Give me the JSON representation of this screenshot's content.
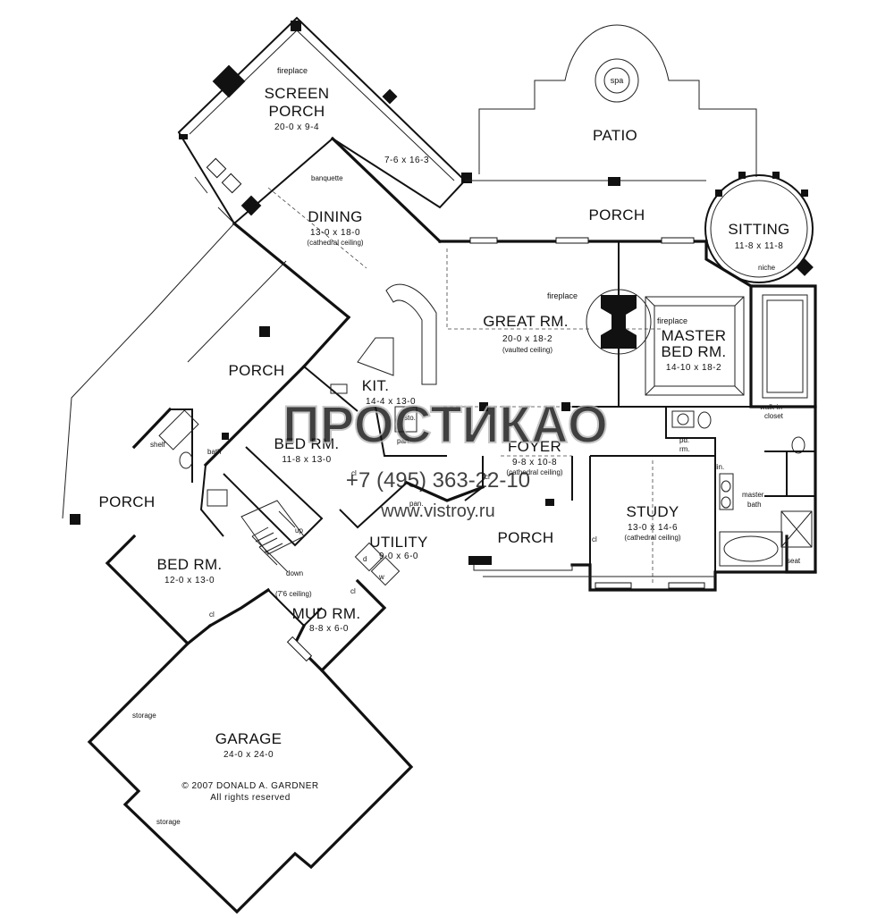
{
  "rooms": {
    "screen_porch": {
      "name_line1": "SCREEN",
      "name_line2": "PORCH",
      "dims": "20-0 x 9-4"
    },
    "deck": {
      "dims": "7-6 x 16-3"
    },
    "patio": {
      "name": "PATIO"
    },
    "porch_rear": {
      "name": "PORCH"
    },
    "sitting": {
      "name": "SITTING",
      "dims": "11-8 x 11-8"
    },
    "dining": {
      "name": "DINING",
      "dims": "13-0 x 18-0",
      "note": "(cathedral ceiling)"
    },
    "great_room": {
      "name": "GREAT RM.",
      "dims": "20-0 x 18-2",
      "note": "(vaulted ceiling)"
    },
    "master_bed": {
      "name_line1": "MASTER",
      "name_line2": "BED RM.",
      "dims": "14-10 x 18-2"
    },
    "kitchen": {
      "name": "KIT.",
      "dims": "14-4 x 13-0"
    },
    "porch_left": {
      "name": "PORCH"
    },
    "bed_room_1": {
      "name": "BED RM.",
      "dims": "11-8 x 13-0"
    },
    "foyer": {
      "name": "FOYER",
      "dims": "9-8 x 10-8",
      "note": "(cathedral ceiling)"
    },
    "porch_side": {
      "name": "PORCH"
    },
    "study": {
      "name": "STUDY",
      "dims": "13-0 x 14-6",
      "note": "(cathedral ceiling)"
    },
    "porch_front": {
      "name": "PORCH"
    },
    "utility": {
      "name": "UTILITY",
      "dims": "9-0 x 6-0"
    },
    "bed_room_2": {
      "name": "BED RM.",
      "dims": "12-0 x 13-0"
    },
    "mud_room": {
      "name": "MUD RM.",
      "dims": "8-8 x 6-0"
    },
    "garage": {
      "name": "GARAGE",
      "dims": "24-0 x 24-0"
    }
  },
  "labels": {
    "fireplace_porch": "fireplace",
    "spa": "spa",
    "banquette": "banquette",
    "fireplace_great": "fireplace",
    "fireplace_master": "fireplace",
    "niche": "niche",
    "walk_in_closet_1": "walk-in",
    "walk_in_closet_2": "closet",
    "pantry_kitchen": "pan.",
    "storage_small": "sto.",
    "pd_rm_1": "pd.",
    "pd_rm_2": "rm.",
    "lin": "lin.",
    "master_bath_1": "master",
    "master_bath_2": "bath",
    "seat": "seat",
    "bath": "bath",
    "shelf": "shelf",
    "cl_bed1": "cl",
    "cl_bed2": "cl",
    "cl_foyer": "cl",
    "cl_study": "cl",
    "cl_mud": "cl",
    "pantry_utility": "pan.",
    "up": "up",
    "down": "down",
    "ceiling_76": "(7'6 ceiling)",
    "d": "d",
    "w": "w",
    "storage_top": "storage",
    "storage_bottom": "storage"
  },
  "copyright": {
    "line1": "© 2007 DONALD A. GARDNER",
    "line2": "All rights reserved"
  },
  "watermark": {
    "brand": "ПРОСТИКАО",
    "phone": "+7 (495) 363-22-10",
    "site": "www.vistroy.ru"
  }
}
